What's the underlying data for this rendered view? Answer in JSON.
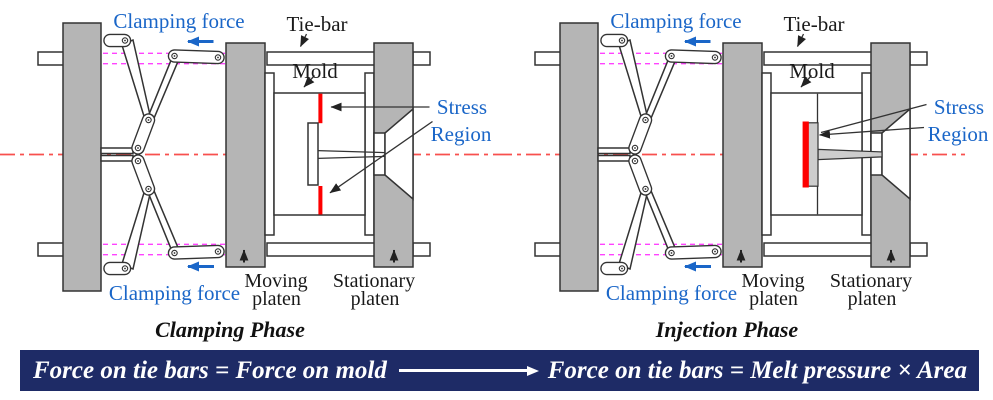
{
  "labels": {
    "clamping_force": "Clamping force",
    "tie_bar": "Tie-bar",
    "mold": "Mold",
    "stress_1": "Stress",
    "stress_2": "Region",
    "moving_1": "Moving",
    "moving_2": "platen",
    "stationary_1": "Stationary",
    "stationary_2": "platen"
  },
  "phases": {
    "left_title": "Clamping Phase",
    "right_title": "Injection Phase"
  },
  "banner": {
    "left_text": "Force on tie bars = Force on mold",
    "right_text": "Force on tie bars = Melt pressure × Area"
  },
  "colors": {
    "label_blue": "#1a66c8",
    "stress_red": "#fe0000",
    "centerline_red": "#f8504e",
    "hidden_magenta": "#ff42ff",
    "machine_gray": "#b5b5b5",
    "part_gray": "#cdcdcd",
    "outline": "#333333",
    "banner_navy": "#1e2b66",
    "banner_text": "#ffffff"
  }
}
